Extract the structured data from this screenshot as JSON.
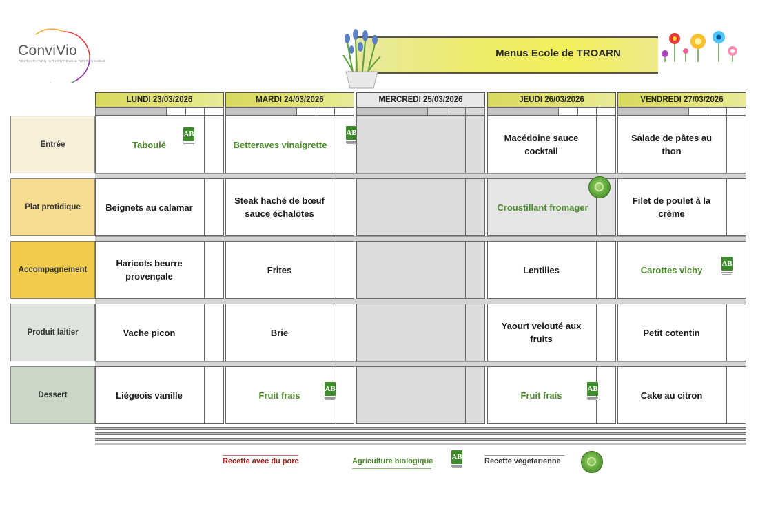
{
  "brand": {
    "name": "ConviVio",
    "tagline": "RESTAURATION AUTHENTIQUE & RESPONSABLE"
  },
  "title": "Menus Ecole de TROARN",
  "days": [
    {
      "label": "LUNDI  23/03/2026"
    },
    {
      "label": "MARDI 24/03/2026"
    },
    {
      "label": "MERCREDI 25/03/2026"
    },
    {
      "label": "JEUDI 26/03/2026"
    },
    {
      "label": "VENDREDI 27/03/2026"
    }
  ],
  "categories": [
    {
      "label": "Entrée",
      "color": "#f7efd9"
    },
    {
      "label": "Plat protidique",
      "color": "#f8dc8f"
    },
    {
      "label": "Accompagnement",
      "color": "#f1cc4a"
    },
    {
      "label": "Produit laitier",
      "color": "#dfe3de"
    },
    {
      "label": "Dessert",
      "color": "#c9d7c4"
    }
  ],
  "menu": {
    "monday": [
      "Taboulé",
      "Beignets au calamar",
      "Haricots beurre provençale",
      "Vache picon",
      "Liégeois vanille"
    ],
    "tuesday": [
      "Betteraves vinaigrette",
      "Steak haché de bœuf sauce échalotes",
      "Frites",
      "Brie",
      "Fruit frais"
    ],
    "thursday": [
      "Macédoine sauce cocktail",
      "Croustillant fromager",
      "Lentilles",
      "Yaourt velouté aux fruits",
      "Fruit frais"
    ],
    "friday": [
      "Salade de pâtes au thon",
      "Filet de poulet à la crème",
      "Carottes vichy",
      "Petit cotentin",
      "Cake au citron"
    ]
  },
  "labels": {
    "ab": "AB"
  },
  "legend": {
    "pork": "Recette avec du porc",
    "organic": "Agriculture biologique",
    "vegetarian": "Recette végétarienne"
  },
  "colors": {
    "pork": "#a4201a",
    "organic": "#4a8a2a",
    "vegetarian": "#333333"
  }
}
